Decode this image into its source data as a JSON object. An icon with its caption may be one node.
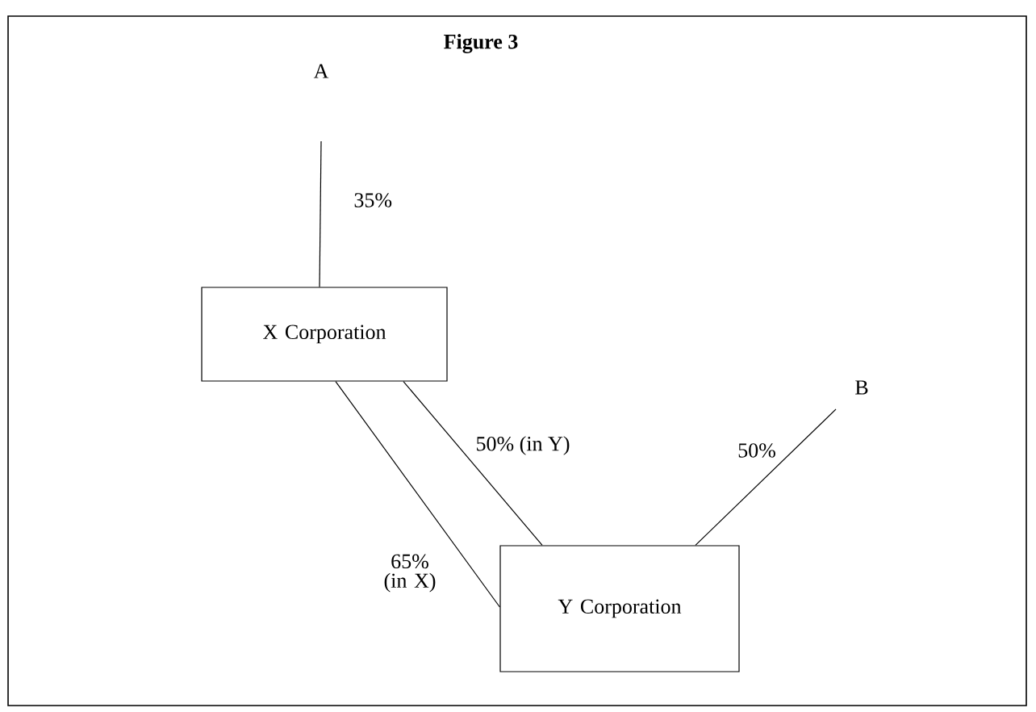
{
  "diagram": {
    "title": "Figure 3",
    "nodes": [
      {
        "text": [
          "A"
        ]
      },
      {
        "text": [
          "X Corporation"
        ]
      },
      {
        "text": [
          "B"
        ]
      },
      {
        "text": [
          "Y Corporation"
        ]
      }
    ],
    "edges": [
      {
        "from": 0,
        "to": 1,
        "arrow": "none",
        "label": "35%"
      },
      {
        "from": 1,
        "to": 3,
        "arrow": "none",
        "label": "50% (in Y)"
      },
      {
        "from": 1,
        "to": 3,
        "arrow": "none",
        "label": "65% (in X)"
      },
      {
        "from": 2,
        "to": 3,
        "arrow": "none",
        "label": "50%"
      }
    ]
  }
}
